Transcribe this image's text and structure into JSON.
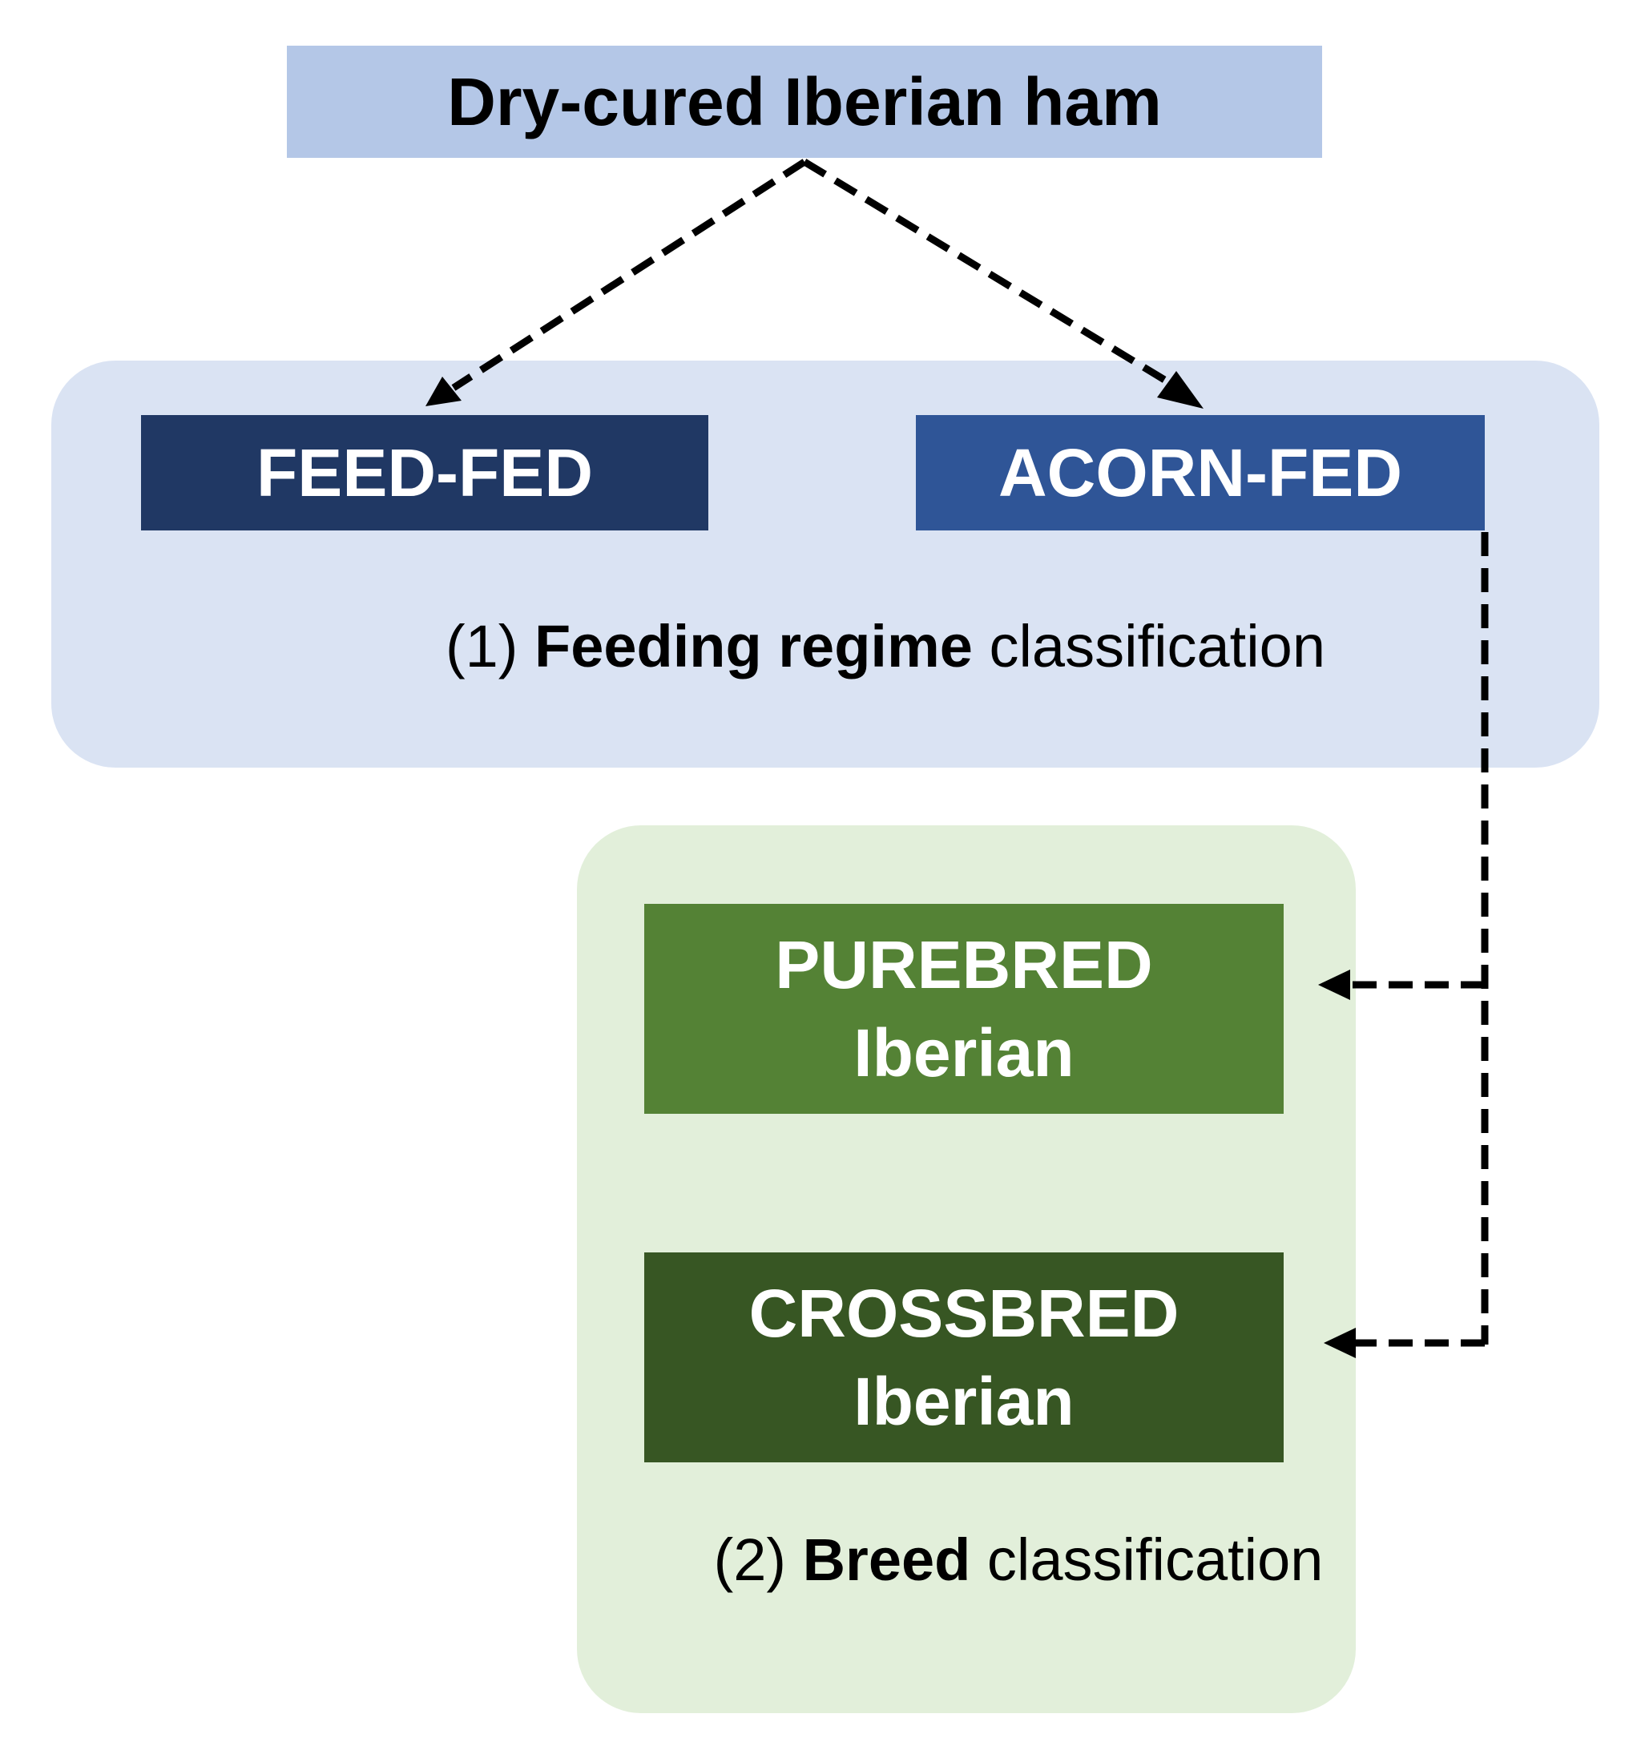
{
  "root": {
    "label": "Dry-cured Iberian ham"
  },
  "feeding_stage": {
    "prefix": "(1)",
    "keyword": "Feeding regime",
    "suffix": "classification",
    "classes": {
      "feed_fed": "FEED-FED",
      "acorn_fed": "ACORN-FED"
    }
  },
  "breed_stage": {
    "prefix": "(2)",
    "keyword": "Breed",
    "suffix": "classification",
    "classes": {
      "purebred": {
        "line1": "PUREBRED",
        "line2": "Iberian"
      },
      "crossbred": {
        "line1": "CROSSBRED",
        "line2": "Iberian"
      }
    }
  },
  "colors": {
    "root_fill": "#b4c7e7",
    "feeding_panel": "#dae3f3",
    "feed_fed_fill": "#203864",
    "acorn_fed_fill": "#2f5597",
    "breed_panel": "#e2efda",
    "purebred_fill": "#548235",
    "crossbred_fill": "#375623",
    "connector": "#000000"
  }
}
